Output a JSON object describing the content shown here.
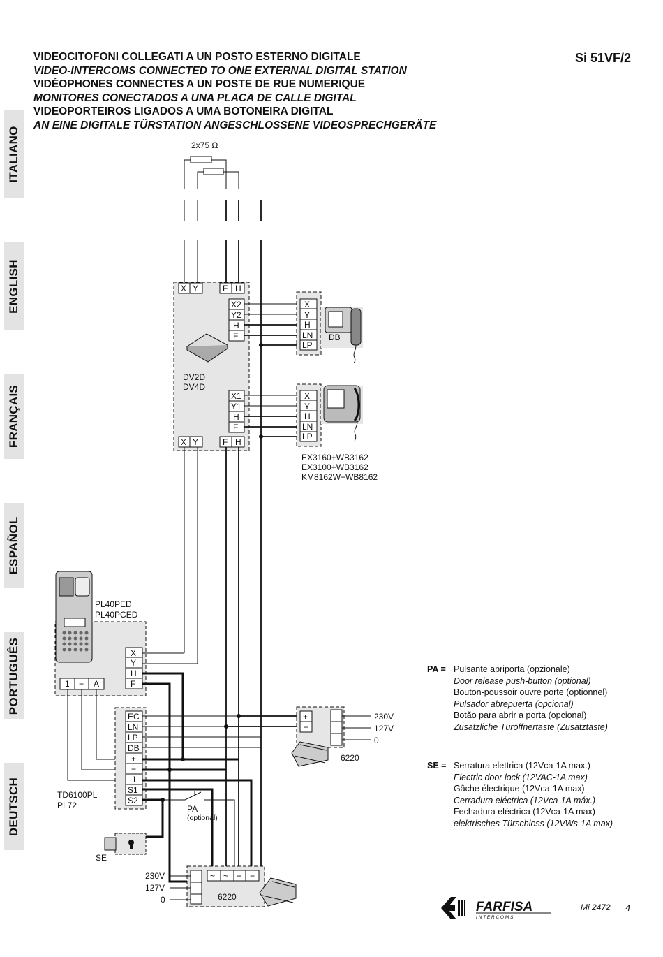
{
  "header": {
    "titles": [
      "VIDEOCITOFONI COLLEGATI A UN POSTO ESTERNO DIGITALE",
      "VIDEO-INTERCOMS CONNECTED TO ONE EXTERNAL DIGITAL STATION",
      "VIDÉOPHONES CONNECTES A UN POSTE DE RUE NUMERIQUE",
      "MONITORES CONECTADOS A UNA PLACA DE CALLE DIGITAL",
      "VIDEOPORTEIROS LIGADOS A UMA BOTONEIRA DIGITAL",
      "AN EINE DIGITALE TÜRSTATION ANGESCHLOSSENE VIDEOSPRECHGERÄTE"
    ],
    "code": "Si 51VF/2"
  },
  "languages": [
    "ITALIANO",
    "ENGLISH",
    "FRANÇAIS",
    "ESPAÑOL",
    "PORTUGUÊS",
    "DEUTSCH"
  ],
  "diagram": {
    "resistor_label": "2x75 Ω",
    "distributor_model": [
      "DV2D",
      "DV4D"
    ],
    "dist_top_terminals": [
      "X",
      "Y",
      "F",
      "H"
    ],
    "dist_out1": [
      "X2",
      "Y2",
      "H",
      "F"
    ],
    "dist_out2": [
      "X1",
      "Y1",
      "H",
      "F"
    ],
    "monitor_terminals": [
      "X",
      "Y",
      "H",
      "LN",
      "LP"
    ],
    "monitor_db": "DB",
    "monitor_models": [
      "EX3160+WB3162",
      "EX3100+WB3162",
      "KM8162W+WB8162"
    ],
    "panel_model": [
      "PL40PED",
      "PL40PCED"
    ],
    "panel_terminals": [
      "X",
      "Y",
      "H",
      "F"
    ],
    "panel_bottom_terminals": [
      "1",
      "−",
      "A"
    ],
    "controller_terminals": [
      "EC",
      "LN",
      "LP",
      "DB",
      "+",
      "−",
      "1",
      "S1",
      "S2"
    ],
    "controller_model": [
      "TD6100PL",
      "PL72"
    ],
    "psu_terminals": [
      "+",
      "−"
    ],
    "psu_voltages": [
      "230V",
      "127V",
      "0"
    ],
    "psu_label": "6220",
    "psu2_terminals": [
      "~",
      "~",
      "+",
      "−"
    ],
    "psu2_voltages": [
      "230V",
      "127V",
      "0"
    ],
    "psu2_label": "6220",
    "pa_label": "PA",
    "pa_note": "(optional)",
    "se_label": "SE"
  },
  "legend": {
    "pa_key": "PA =",
    "pa_lines": [
      "Pulsante apriporta (opzionale)",
      "Door release push-button (optional)",
      "Bouton-poussoir ouvre porte (optionnel)",
      "Pulsador abrepuerta (opcional)",
      "Botão para abrir a porta (opcional)",
      "Zusätzliche Türöffnertaste (Zusatztaste)"
    ],
    "se_key": "SE =",
    "se_lines": [
      "Serratura elettrica (12Vca-1A max.)",
      "Electric door lock (12VAC-1A max)",
      "Gâche électrique (12Vca-1A max)",
      "Cerradura eléctrica (12Vca-1A máx.)",
      "Fechadura eléctrica (12Vca-1A max)",
      "elektrisches Türschloss (12VWs-1A max)"
    ]
  },
  "footer": {
    "brand": "FARFISA",
    "brand_sub": "I N T E R C O M S",
    "doc": "Mi 2472",
    "page": "4"
  }
}
